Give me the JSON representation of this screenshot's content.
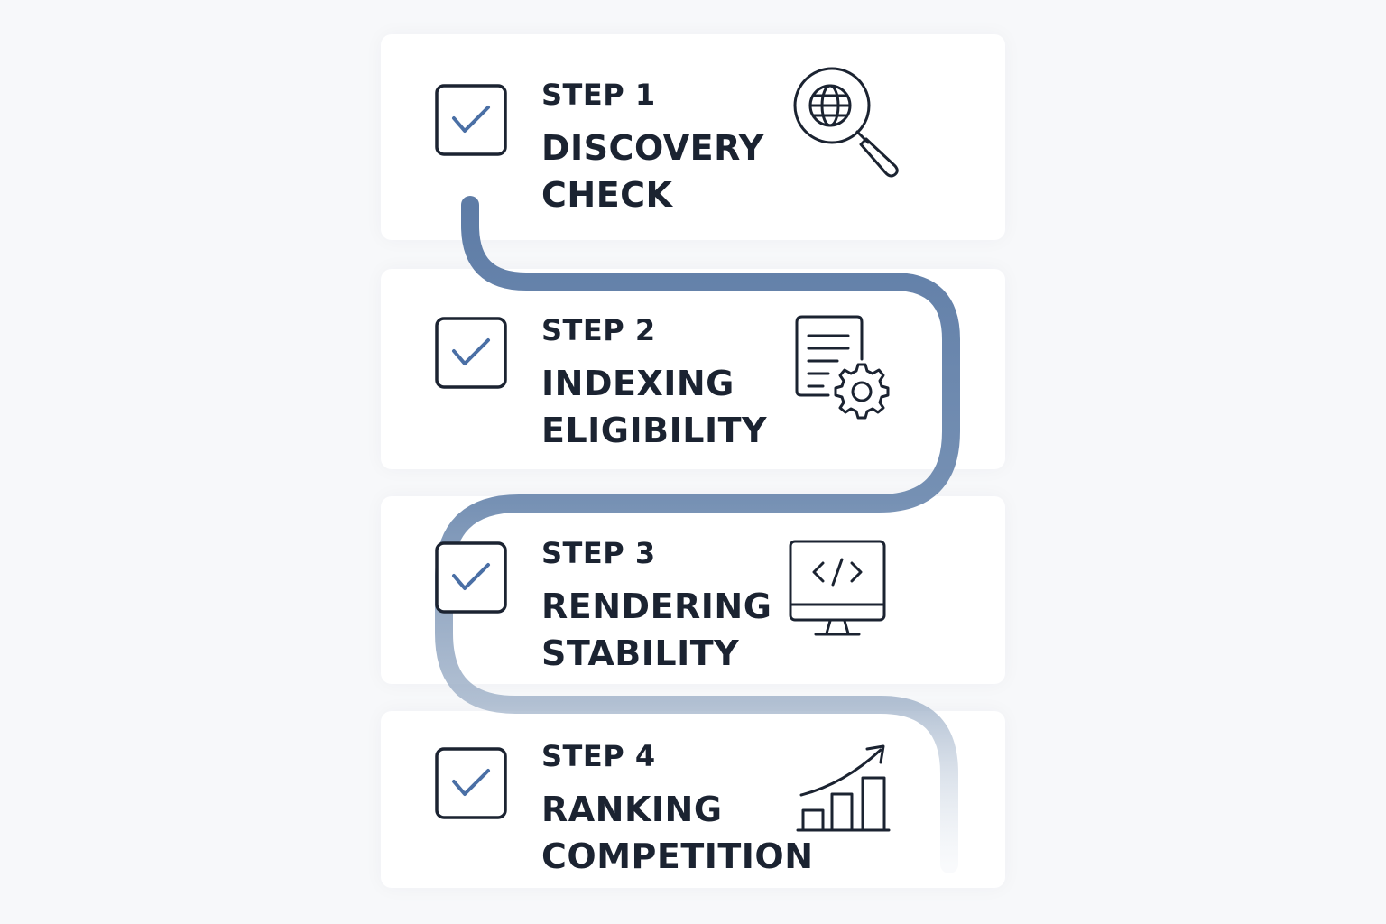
{
  "colors": {
    "page_background": "#f7f8fa",
    "card_background": "#ffffff",
    "text": "#1b2331",
    "check_mark": "#4a6fa5",
    "connector_path": "#5e7ca6",
    "icon_stroke": "#1b2331"
  },
  "steps": [
    {
      "step_label": "STEP 1",
      "title_lines": [
        "DISCOVERY",
        "CHECK"
      ],
      "checked": true,
      "icon": "globe-magnifier-icon"
    },
    {
      "step_label": "STEP 2",
      "title_lines": [
        "INDEXING",
        "ELIGIBILITY"
      ],
      "checked": true,
      "icon": "document-gear-icon"
    },
    {
      "step_label": "STEP 3",
      "title_lines": [
        "RENDERING",
        "STABILITY"
      ],
      "checked": true,
      "icon": "monitor-code-icon"
    },
    {
      "step_label": "STEP 4",
      "title_lines": [
        "RANKING",
        "COMPETITION"
      ],
      "checked": true,
      "icon": "growth-bar-chart-icon"
    }
  ]
}
